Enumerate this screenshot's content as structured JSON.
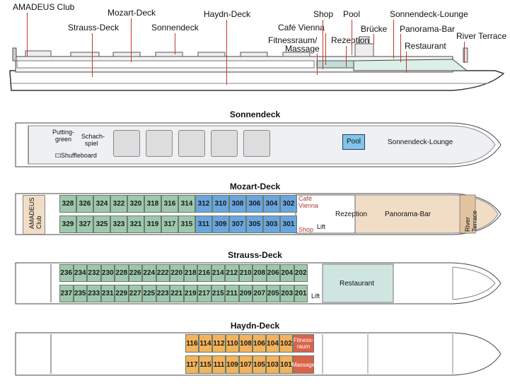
{
  "side_view": {
    "labels": {
      "amadeus_club": "AMADEUS Club",
      "strauss_deck": "Strauss-Deck",
      "mozart_deck": "Mozart-Deck",
      "sonnendeck": "Sonnendeck",
      "haydn_deck": "Haydn-Deck",
      "cafe_vienna": "Café Vienna",
      "fitness_massage_1": "Fitnessraum/",
      "fitness_massage_2": "Massage",
      "shop": "Shop",
      "pool": "Pool",
      "rezeption": "Rezeption",
      "bruecke": "Brücke",
      "sonnendeck_lounge": "Sonnendeck-Lounge",
      "panorama_bar": "Panorama-Bar",
      "restaurant": "Restaurant",
      "river_terrace": "River Terrace"
    }
  },
  "sonnendeck": {
    "title": "Sonnendeck",
    "putting_1": "Putting-",
    "putting_2": "green",
    "schach_1": "Schach-",
    "schach_2": "spiel",
    "shuffleboard": "Shuffleboard",
    "pool": "Pool",
    "lounge": "Sonnendeck-Lounge"
  },
  "mozart": {
    "title": "Mozart-Deck",
    "club": "AMADEUS Club",
    "top_cabins": [
      "328",
      "326",
      "324",
      "322",
      "320",
      "318",
      "316",
      "314",
      "312",
      "310",
      "308",
      "306",
      "304",
      "302"
    ],
    "bottom_cabins": [
      "329",
      "327",
      "325",
      "323",
      "321",
      "319",
      "317",
      "315",
      "311",
      "309",
      "307",
      "305",
      "303",
      "301"
    ],
    "cafe_1": "Café",
    "cafe_2": "Vienna",
    "shop": "Shop",
    "lift": "Lift",
    "rezeption": "Rezeption",
    "panorama_bar": "Panorama-Bar",
    "river_terrace": "River Terrace"
  },
  "strauss": {
    "title": "Strauss-Deck",
    "top_cabins": [
      "236",
      "234",
      "232",
      "230",
      "228",
      "226",
      "224",
      "222",
      "220",
      "218",
      "216",
      "214",
      "212",
      "210",
      "208",
      "206",
      "204",
      "202"
    ],
    "bottom_cabins": [
      "237",
      "235",
      "233",
      "231",
      "229",
      "227",
      "225",
      "223",
      "221",
      "219",
      "217",
      "215",
      "211",
      "209",
      "207",
      "205",
      "203",
      "201"
    ],
    "lift": "Lift",
    "restaurant": "Restaurant"
  },
  "haydn": {
    "title": "Haydn-Deck",
    "top_cabins": [
      "116",
      "114",
      "112",
      "110",
      "108",
      "106",
      "104",
      "102"
    ],
    "bottom_cabins": [
      "117",
      "115",
      "111",
      "109",
      "107",
      "105",
      "103",
      "101"
    ],
    "fitness_1": "Fitness-",
    "fitness_2": "raum",
    "massage": "Massage"
  },
  "colors": {
    "strauss_cabin": "#9ec8ac",
    "mozart_blue_cabin": "#6aa6de",
    "haydn_cabin": "#f2b35c",
    "wellness": "#d9634a",
    "pins": "#c0392b"
  }
}
